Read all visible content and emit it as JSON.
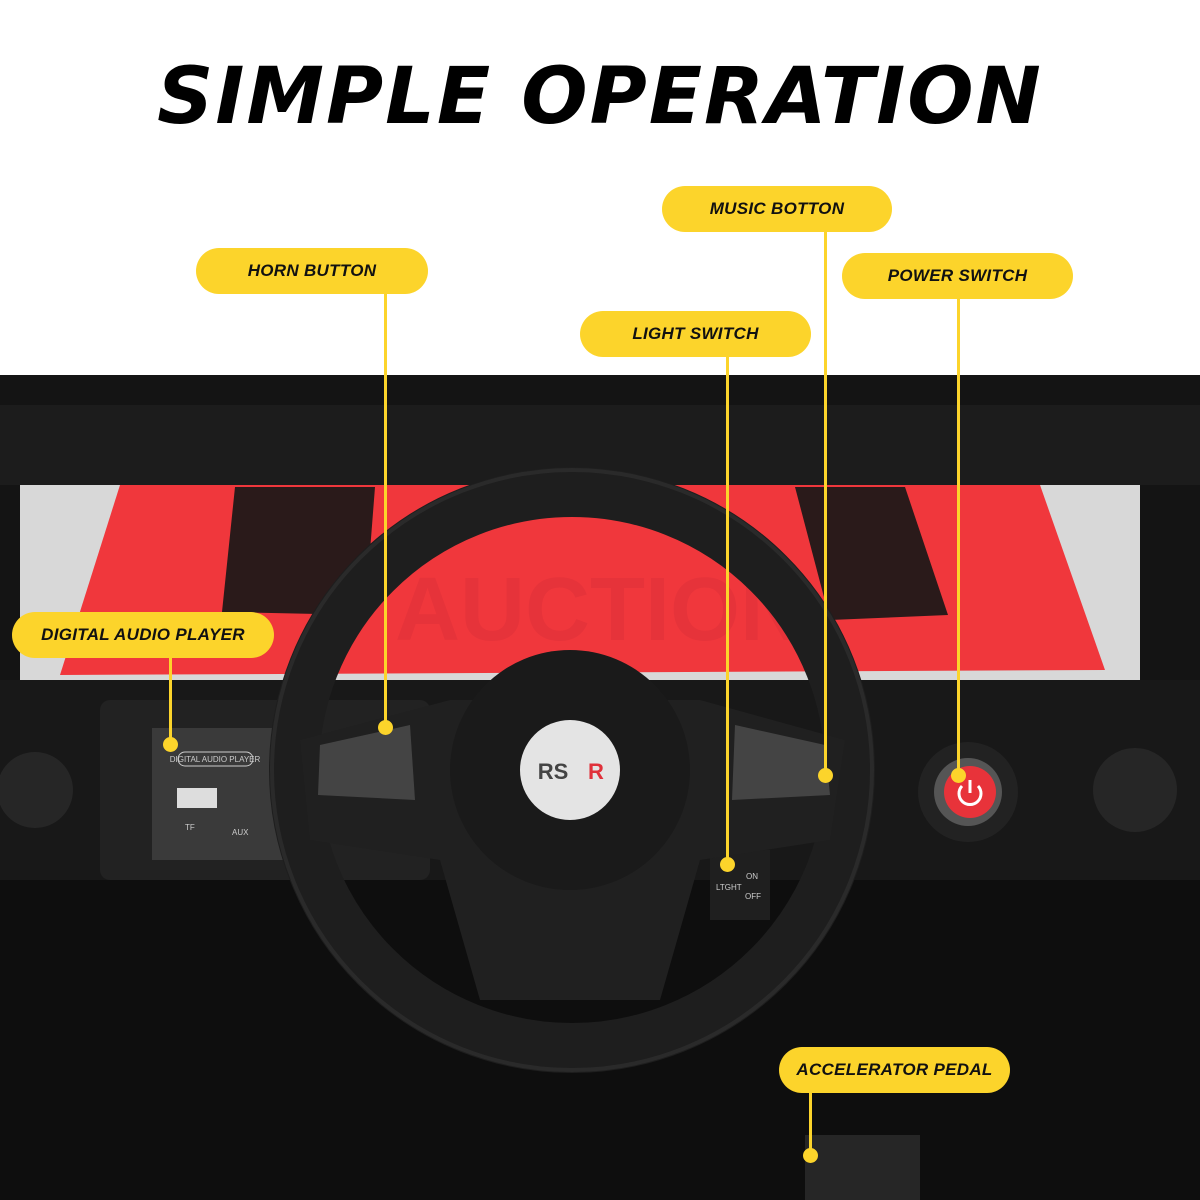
{
  "title": "SIMPLE OPERATION",
  "callouts": {
    "horn": "HORN BUTTON",
    "music": "MUSIC BOTTON",
    "power": "POWER SWITCH",
    "light": "LIGHT SWITCH",
    "audio": "DIGITAL AUDIO PLAYER",
    "pedal": "ACCELERATOR PEDAL"
  },
  "scene": {
    "audio_panel_label": "DIGITAL AUDIO PLAYER",
    "tf_label": "TF",
    "aux_label": "AUX",
    "light_label": "LTGHT",
    "on_label": "ON",
    "off_label": "OFF",
    "logo_rs": "RS",
    "logo_r": "R",
    "watermark": "AUCTION"
  },
  "colors": {
    "accent": "#fcd42b",
    "hood": "#f0373c",
    "dashboard": "#151515",
    "power_button": "#e8333a"
  }
}
